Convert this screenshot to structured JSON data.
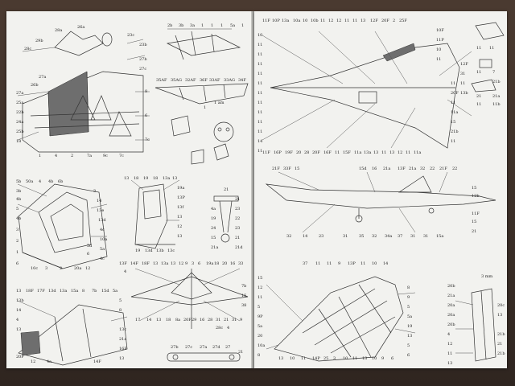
{
  "left_page": {
    "labels": {
      "a_top": [
        "28c",
        "29b",
        "28a",
        "26a",
        "23c",
        "23b",
        "27a",
        "26b",
        "27b",
        "27c"
      ],
      "a_body": [
        "27a",
        "25a",
        "22b",
        "24a",
        "25b",
        "18",
        "1",
        "4",
        "2",
        "7a",
        "9c",
        "7c",
        "8",
        "6",
        "7c"
      ],
      "b_top": [
        "2b",
        "3b",
        "3a",
        "1",
        "1",
        "1",
        "5a",
        "1"
      ],
      "c_wing": [
        "35AF",
        "35AG",
        "32AF",
        "36F",
        "33AF",
        "33AG",
        "34F",
        "1",
        "1 am"
      ],
      "d_cockpit": [
        "5b",
        "50a",
        "4",
        "4b",
        "6b",
        "3b",
        "4b",
        "5",
        "4b",
        "3",
        "2",
        "1",
        "6",
        "3",
        "14",
        "13e",
        "13d",
        "4c",
        "10a",
        "5a",
        "4c",
        "10c",
        "3",
        "2",
        "20a",
        "12",
        "6",
        "5d"
      ],
      "e_seat": [
        "13",
        "18",
        "19",
        "18",
        "13a",
        "13",
        "19a",
        "13P",
        "13f",
        "13",
        "12",
        "13",
        "19",
        "13d",
        "13b",
        "13c"
      ],
      "f_small": [
        "21",
        "21",
        "4a",
        "23",
        "19",
        "22",
        "23",
        "24",
        "21",
        "15",
        "21d",
        "21a"
      ],
      "g_underside": [
        "13F",
        "14F",
        "18F",
        "13",
        "13a",
        "13",
        "12",
        "9",
        "3",
        "6",
        "19a",
        "18",
        "20",
        "16",
        "33",
        "4",
        "7b",
        "15",
        "38",
        "17",
        "14",
        "13",
        "18",
        "8a",
        "20F",
        "29",
        "16",
        "28",
        "31",
        "21",
        "31",
        "9",
        "28c",
        "4"
      ],
      "h_fuselage": [
        "13",
        "18F",
        "17F",
        "13d",
        "13a",
        "15a",
        "8",
        "7b",
        "15d",
        "5a",
        "13b",
        "14",
        "4",
        "13",
        "5",
        "8",
        "13c",
        "20F",
        "12",
        "4a",
        "14F",
        "16F",
        "13",
        "21a"
      ],
      "i_base": [
        "27b",
        "27c",
        "27a",
        "27d",
        "27",
        "21"
      ]
    }
  },
  "right_page": {
    "labels": {
      "a_top": [
        "11F",
        "10P",
        "13a",
        "10a",
        "10",
        "10b",
        "11",
        "12",
        "12",
        "11",
        "11",
        "13",
        "12F",
        "20F",
        "2",
        "25F",
        "10F",
        "11P",
        "10",
        "11",
        "10",
        "11",
        "11",
        "11",
        "11",
        "11",
        "11",
        "11",
        "11",
        "11",
        "11",
        "20F",
        "11",
        "11a",
        "15",
        "21b",
        "12F",
        "31",
        "14",
        "11",
        "11",
        "11",
        "11",
        "13b"
      ],
      "a_bottom": [
        "11F",
        "16P",
        "19F",
        "20",
        "28",
        "20F",
        "16F",
        "11",
        "15F",
        "11a",
        "13a",
        "13",
        "11",
        "13",
        "12",
        "11",
        "11a"
      ],
      "b_side": [
        "21F",
        "33F",
        "15",
        "15d",
        "16",
        "21a",
        "13F",
        "21a",
        "32",
        "22",
        "21F",
        "22",
        "15",
        "12b",
        "11F",
        "15",
        "32",
        "14",
        "23",
        "31",
        "35",
        "32",
        "34a",
        "37",
        "31",
        "31",
        "15a",
        "21"
      ],
      "c_canopy": [
        "37",
        "11",
        "11",
        "9",
        "13P",
        "11",
        "15",
        "12",
        "11",
        "5",
        "9P",
        "5a",
        "20",
        "8",
        "9",
        "5",
        "5a",
        "19",
        "13",
        "5",
        "6",
        "13",
        "10",
        "11",
        "14P",
        "25",
        "3",
        "10",
        "11",
        "13",
        "10",
        "9",
        "6",
        "10a",
        "8",
        "10",
        "14"
      ],
      "d_right": [
        "3 mm",
        "20b",
        "21a",
        "20a",
        "20a",
        "20b",
        "4",
        "12",
        "11",
        "13",
        "20c",
        "13",
        "21b",
        "21",
        "21b"
      ],
      "e_top_right": [
        "11",
        "11",
        "11",
        "7",
        "21b",
        "21a",
        "21",
        "11",
        "11b"
      ]
    }
  }
}
